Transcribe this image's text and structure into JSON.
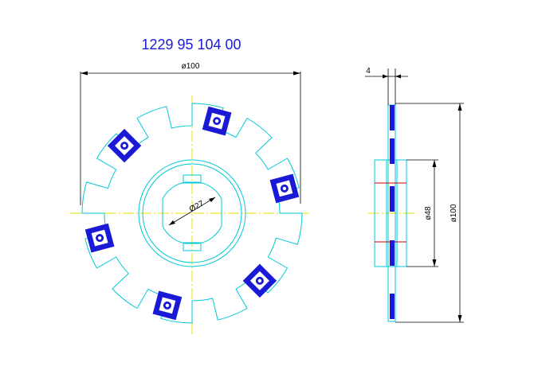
{
  "drawing": {
    "part_number": "1229 95 104 00",
    "front_view": {
      "outer_diameter_label": "ø100",
      "bore_diameter_label": "Ø27",
      "pad_count": 6
    },
    "side_view": {
      "thickness_label": "4",
      "hub_diameter_label": "ø48",
      "outer_diameter_label": "ø100"
    }
  },
  "colors": {
    "outline": "#00c8d8",
    "pad": "#1a1ad6",
    "dimension": "#000000",
    "centerline": "#e6e600",
    "mark": "#cc0000",
    "title": "#1a1ad6"
  }
}
